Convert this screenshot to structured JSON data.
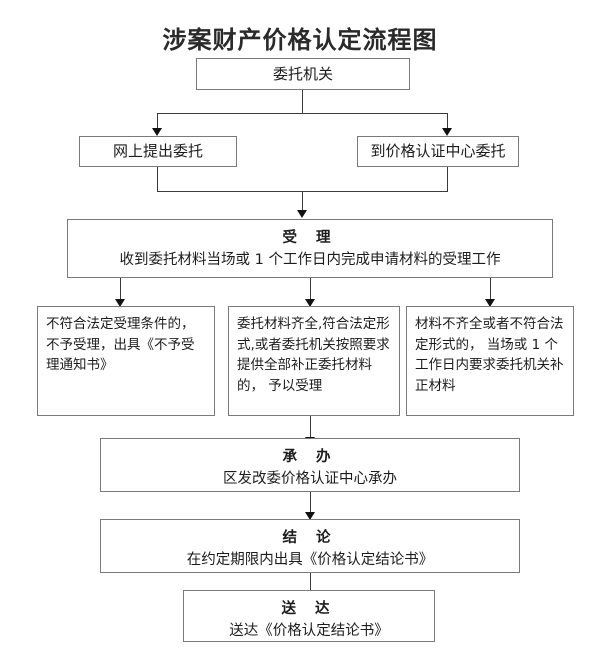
{
  "page": {
    "title": "涉案财产价格认定流程图",
    "border_color": "#7a7a7a",
    "connector_color": "#3a3a3a",
    "background_color": "#ffffff",
    "text_color": "#1c1c1c"
  },
  "nodes": {
    "entrust_authority": {
      "label": "委托机关"
    },
    "online_request": {
      "label": "网上提出委托"
    },
    "center_request": {
      "label": "到价格认证中心委托"
    },
    "acceptance": {
      "heading": "受 理",
      "detail": "收到委托材料当场或 1 个工作日内完成申请材料的受理工作"
    },
    "reject": {
      "detail": "不符合法定受理条件的，不予受理，出具《不予受理通知书》"
    },
    "accept": {
      "detail": "委托材料齐全,符合法定形式,或者委托机关按照要求提供全部补正委托材料的， 予以受理"
    },
    "supplement": {
      "detail": "材料不齐全或者不符合法定形式的， 当场或 1 个工作日内要求委托机关补正材料"
    },
    "handling": {
      "heading": "承 办",
      "detail": "区发改委价格认证中心承办"
    },
    "conclusion": {
      "heading": "结 论",
      "detail": "在约定期限内出具《价格认定结论书》"
    },
    "delivery": {
      "heading": "送 达",
      "detail": "送达《价格认定结论书》"
    }
  }
}
